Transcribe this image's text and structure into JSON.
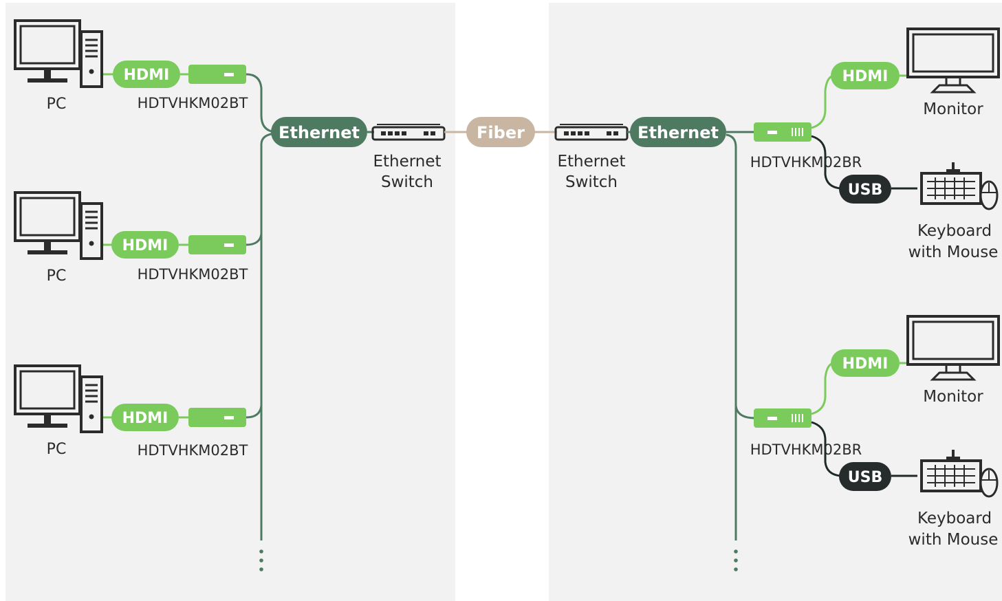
{
  "left": {
    "sources": [
      {
        "device_label": "PC",
        "cable_label": "HDMI",
        "transmitter_label": "HDTVHKM02BT"
      },
      {
        "device_label": "PC",
        "cable_label": "HDMI",
        "transmitter_label": "HDTVHKM02BT"
      },
      {
        "device_label": "PC",
        "cable_label": "HDMI",
        "transmitter_label": "HDTVHKM02BT"
      }
    ],
    "network_label": "Ethernet",
    "switch_label_line1": "Ethernet",
    "switch_label_line2": "Switch"
  },
  "link_label": "Fiber",
  "right": {
    "network_label": "Ethernet",
    "switch_label_line1": "Ethernet",
    "switch_label_line2": "Switch",
    "receivers": [
      {
        "receiver_label": "HDTVHKM02BR",
        "video_label": "HDMI",
        "display_label": "Monitor",
        "usb_label": "USB",
        "input_label_line1": "Keyboard",
        "input_label_line2": "with Mouse"
      },
      {
        "receiver_label": "HDTVHKM02BR",
        "video_label": "HDMI",
        "display_label": "Monitor",
        "usb_label": "USB",
        "input_label_line1": "Keyboard",
        "input_label_line2": "with Mouse"
      }
    ]
  },
  "colors": {
    "background_panel": "#f2f2f2",
    "hdmi_green": "#7acb5b",
    "ethernet_dark_green": "#4f7a62",
    "fiber_tan": "#c8b6a2",
    "usb_dark": "#262b2c",
    "line_dark": "#1e2a24",
    "device_outline": "#2b2b2b"
  }
}
